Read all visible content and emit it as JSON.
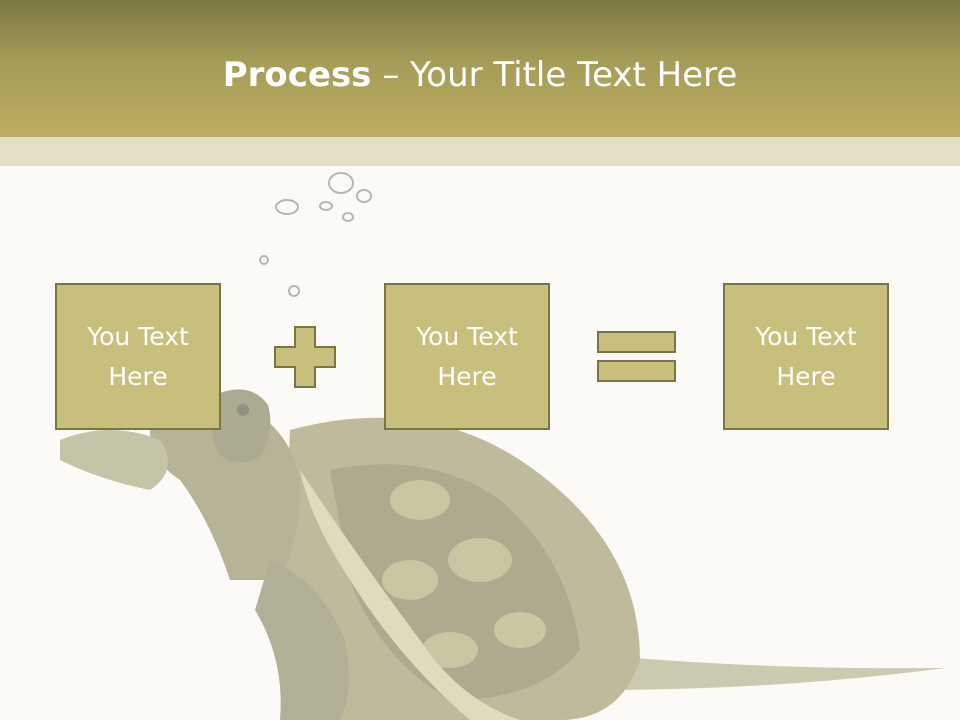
{
  "slide": {
    "title_bold": "Process",
    "title_rest": " – Your Title Text Here",
    "boxes": [
      {
        "text": "You Text Here"
      },
      {
        "text": "You Text Here"
      },
      {
        "text": "You Text Here"
      }
    ],
    "operators": [
      "plus-icon",
      "equals-icon"
    ],
    "background_image": "turtle-with-bubbles"
  },
  "colors": {
    "title_band": "#a59c57",
    "sub_band": "#e3dec6",
    "box_fill": "#c9bf7c",
    "box_border": "#7b7443",
    "background": "#fbfaf6"
  }
}
